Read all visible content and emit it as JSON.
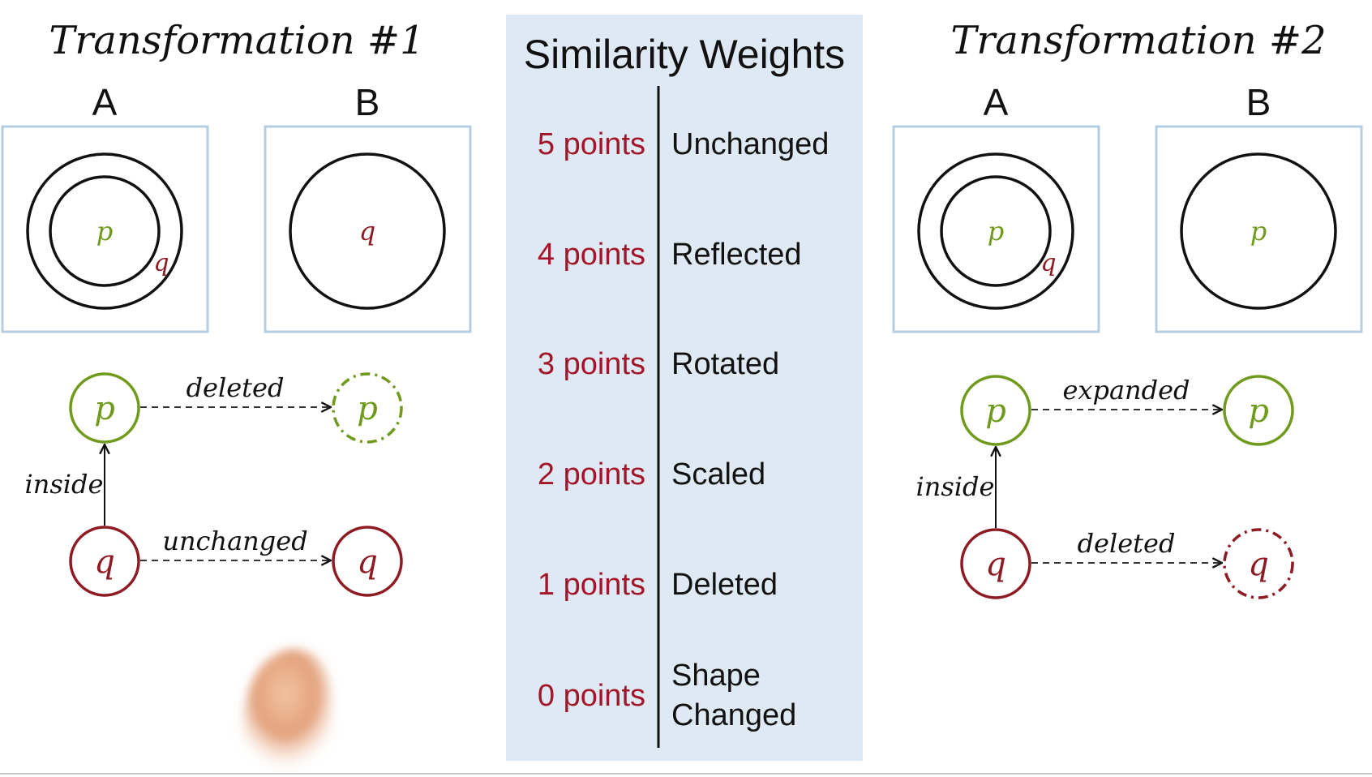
{
  "weights_panel": {
    "title": "Similarity Weights",
    "rows": [
      {
        "points": "5 points",
        "label": [
          "Unchanged"
        ]
      },
      {
        "points": "4 points",
        "label": [
          "Reflected"
        ]
      },
      {
        "points": "3 points",
        "label": [
          "Rotated"
        ]
      },
      {
        "points": "2 points",
        "label": [
          "Scaled"
        ]
      },
      {
        "points": "1 points",
        "label": [
          "Deleted"
        ]
      },
      {
        "points": "0 points",
        "label": [
          "Shape",
          "Changed"
        ]
      }
    ]
  },
  "transformation_1": {
    "title": "Transformation #1",
    "frame_a_label": "A",
    "frame_b_label": "B",
    "frame_a_inner_label": "p",
    "frame_a_outer_label": "q",
    "frame_b_label_inside": "q",
    "graph": {
      "node_p": "p",
      "node_q": "q",
      "node_p_result": "p",
      "node_q_result": "q",
      "edge_p": "deleted",
      "edge_q": "unchanged",
      "edge_inside": "inside"
    }
  },
  "transformation_2": {
    "title": "Transformation #2",
    "frame_a_label": "A",
    "frame_b_label": "B",
    "frame_a_inner_label": "p",
    "frame_a_outer_label": "q",
    "frame_b_label_inside": "p",
    "graph": {
      "node_p": "p",
      "node_q": "q",
      "node_p_result": "p",
      "node_q_result": "q",
      "edge_p": "expanded",
      "edge_q": "deleted",
      "edge_inside": "inside"
    }
  },
  "colors": {
    "panel_bg": "#dfe9f3",
    "frame_border": "#b4cde0",
    "points_red": "#a3162a",
    "p_green": "#6f9a1b",
    "q_red": "#8e1b24",
    "ink": "#111111"
  }
}
